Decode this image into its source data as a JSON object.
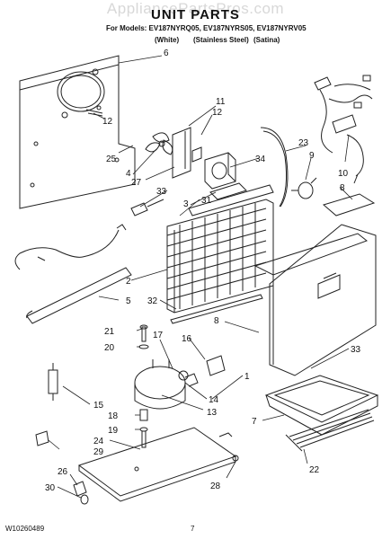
{
  "header": {
    "watermark": "AppliancePartsPros.com",
    "title": "UNIT PARTS",
    "models_line": "For Models: EV187NYRQ05, EV187NYRS05, EV187NYRV05",
    "variants": [
      "(White)",
      "(Stainless Steel)",
      "(Satina)"
    ]
  },
  "footer": {
    "doc_number": "W10260489",
    "page_number": "7"
  },
  "callouts": [
    {
      "id": "c6",
      "label": "6"
    },
    {
      "id": "c11",
      "label": "11"
    },
    {
      "id": "c12a",
      "label": "12"
    },
    {
      "id": "c12b",
      "label": "12"
    },
    {
      "id": "c25",
      "label": "25"
    },
    {
      "id": "c4",
      "label": "4"
    },
    {
      "id": "c27",
      "label": "27"
    },
    {
      "id": "c23",
      "label": "23"
    },
    {
      "id": "c9",
      "label": "9"
    },
    {
      "id": "c10",
      "label": "10"
    },
    {
      "id": "c34",
      "label": "34"
    },
    {
      "id": "c33a",
      "label": "33"
    },
    {
      "id": "c3",
      "label": "3"
    },
    {
      "id": "c31",
      "label": "31"
    },
    {
      "id": "c8a",
      "label": "8"
    },
    {
      "id": "c2",
      "label": "2"
    },
    {
      "id": "c5",
      "label": "5"
    },
    {
      "id": "c32",
      "label": "32"
    },
    {
      "id": "c8b",
      "label": "8"
    },
    {
      "id": "c21",
      "label": "21"
    },
    {
      "id": "c20",
      "label": "20"
    },
    {
      "id": "c17",
      "label": "17"
    },
    {
      "id": "c16",
      "label": "16"
    },
    {
      "id": "c33b",
      "label": "33"
    },
    {
      "id": "c1",
      "label": "1"
    },
    {
      "id": "c15",
      "label": "15"
    },
    {
      "id": "c14",
      "label": "14"
    },
    {
      "id": "c13",
      "label": "13"
    },
    {
      "id": "c18",
      "label": "18"
    },
    {
      "id": "c7",
      "label": "7"
    },
    {
      "id": "c19",
      "label": "19"
    },
    {
      "id": "c24",
      "label": "24"
    },
    {
      "id": "c29",
      "label": "29"
    },
    {
      "id": "c22",
      "label": "22"
    },
    {
      "id": "c26",
      "label": "26"
    },
    {
      "id": "c30",
      "label": "30"
    },
    {
      "id": "c28",
      "label": "28"
    }
  ]
}
